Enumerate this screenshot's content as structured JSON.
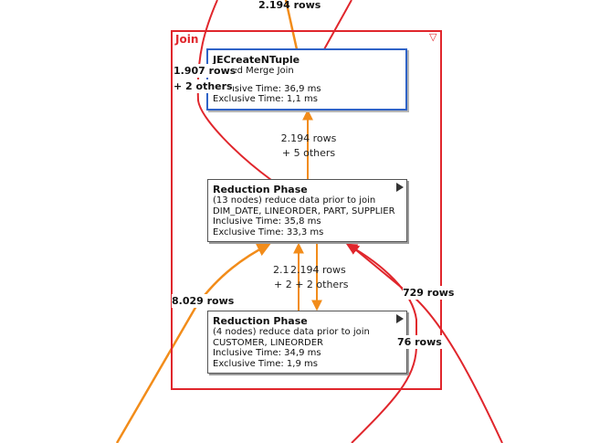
{
  "group": {
    "title": "Join"
  },
  "nodes": {
    "top": {
      "title": "JECreateNTuple",
      "subtitle": "Sorted Merge Join",
      "inclusive": "Inclusive Time: 36,9 ms",
      "exclusive": "Exclusive Time: 1,1 ms"
    },
    "middle": {
      "title": "Reduction Phase",
      "line1": "(13 nodes) reduce data prior to join",
      "line2": "DIM_DATE, LINEORDER, PART, SUPPLIER",
      "inclusive": "Inclusive Time: 35,8 ms",
      "exclusive": "Exclusive Time: 33,3 ms"
    },
    "bottom": {
      "title": "Reduction Phase",
      "line1": "(4 nodes) reduce data prior to join",
      "line2": "CUSTOMER, LINEORDER",
      "inclusive": "Inclusive Time: 34,9 ms",
      "exclusive": "Exclusive Time: 1,9 ms"
    }
  },
  "edge_labels": {
    "top_in": "2.194 rows",
    "left_in_a": "1.907 rows",
    "left_in_b": "+ 2 others",
    "mid_to_top_a": "2.194 rows",
    "mid_to_top_b": "+ 5 others",
    "bottom_mid_left": "2.19",
    "bottom_mid_right": "2.194 rows",
    "bottom_mid_b": "+ 2 + 2 others",
    "left_long": "8.029 rows",
    "right_long": "729 rows",
    "right_short": "76 rows"
  },
  "colors": {
    "orange": "#f28c1a",
    "red": "#e0262c",
    "selected_border": "#2f63c7"
  }
}
